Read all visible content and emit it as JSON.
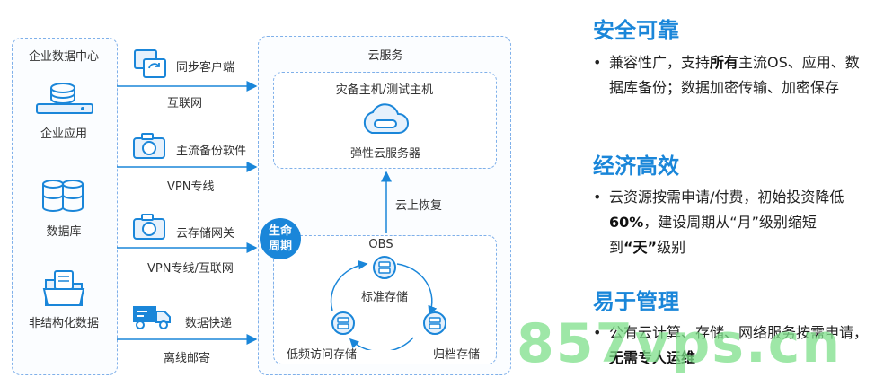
{
  "left_panel": {
    "title": "企业数据中心",
    "items": [
      {
        "label": "企业应用",
        "icon": "database-server-icon"
      },
      {
        "label": "数据库",
        "icon": "database-cluster-icon"
      },
      {
        "label": "非结构化数据",
        "icon": "file-folder-icon"
      }
    ]
  },
  "channels": [
    {
      "tool": "同步客户端",
      "link": "互联网"
    },
    {
      "tool": "主流备份软件",
      "link": "VPN专线"
    },
    {
      "tool": "云存储网关",
      "link": "VPN专线/互联网"
    },
    {
      "tool": "数据快递",
      "link": "离线邮寄"
    }
  ],
  "cloud": {
    "title": "云服务",
    "host_box_title": "灾备主机/测试主机",
    "server_label": "弹性云服务器",
    "restore_label": "云上恢复",
    "lifecycle_label": "生命周期",
    "obs_title": "OBS",
    "storage": {
      "standard": "标准存储",
      "infrequent": "低频访问存储",
      "archive": "归档存储"
    }
  },
  "features": [
    {
      "heading": "安全可靠",
      "segments": [
        {
          "text": "兼容性广，支持",
          "bold": false
        },
        {
          "text": "所有",
          "bold": true
        },
        {
          "text": "主流OS、应用、数据库备份；数据加密传输、加密保存",
          "bold": false
        }
      ]
    },
    {
      "heading": "经济高效",
      "segments": [
        {
          "text": "云资源按需申请/付费，初始投资降低",
          "bold": false
        },
        {
          "text": "60%",
          "bold": true
        },
        {
          "text": "，建设周期从“月”级别缩短到",
          "bold": false
        },
        {
          "text": "“天”",
          "bold": true
        },
        {
          "text": "级别",
          "bold": false
        }
      ]
    },
    {
      "heading": "易于管理",
      "segments": [
        {
          "text": "公有云计算、存储、网络服务按需申请，",
          "bold": false
        },
        {
          "text": "无需专人运维",
          "bold": true
        }
      ]
    }
  ],
  "watermark": "857vps.cn",
  "colors": {
    "accent": "#1a86d9",
    "border": "#7fb0ea",
    "watermark": "#7ee08a"
  }
}
